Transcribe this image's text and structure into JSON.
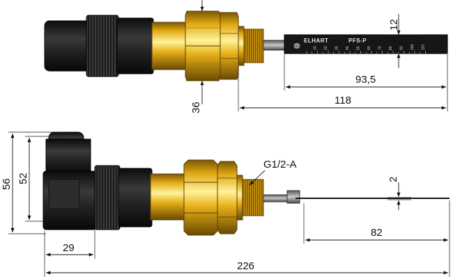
{
  "brand": "ELHART",
  "model": "PFS-P",
  "scale_ticks": [
    "10",
    "20",
    "30",
    "40",
    "50",
    "60",
    "70",
    "80",
    "90",
    "100",
    "110"
  ],
  "thread_label": "G1/2-A",
  "dimensions": {
    "top_paddle_width": "12",
    "top_paddle_length": "93,5",
    "top_overall_from_thread": "118",
    "top_nut_size": "36",
    "side_height_total": "56",
    "side_height_inner": "52",
    "side_connector_length": "29",
    "side_paddle_length": "82",
    "side_paddle_thickness": "2",
    "side_overall_length": "226"
  },
  "colors": {
    "brass": "#d9a514",
    "brass_dark": "#8a6205",
    "black_body": "#1e1e1e",
    "paddle": "#161616"
  }
}
